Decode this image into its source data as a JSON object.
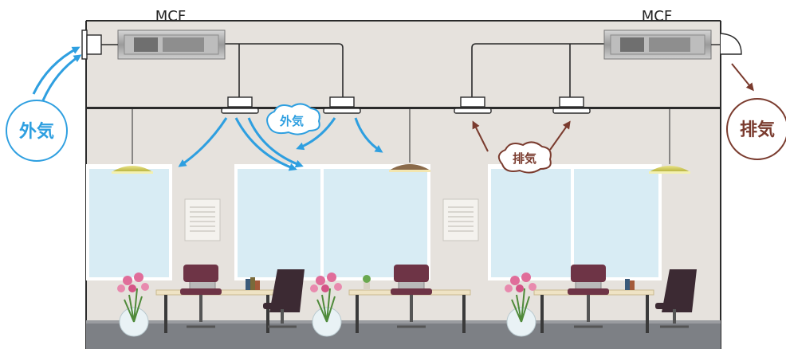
{
  "diagram": {
    "units": [
      {
        "id": "left",
        "label": "MCF"
      },
      {
        "id": "right",
        "label": "MCF"
      }
    ],
    "outside_air_label": "外気",
    "exhaust_label": "排気",
    "supply_cloud_label": "外気",
    "exhaust_cloud_label": "排気"
  },
  "colors": {
    "supply_arrow": "#2e9fe0",
    "exhaust_arrow": "#7a3b2e",
    "wall": "#e6e2dd",
    "window": "#d8ecf4",
    "floor": "#7d8085",
    "chair": "#6e3446",
    "flower": "#e06d9a"
  }
}
